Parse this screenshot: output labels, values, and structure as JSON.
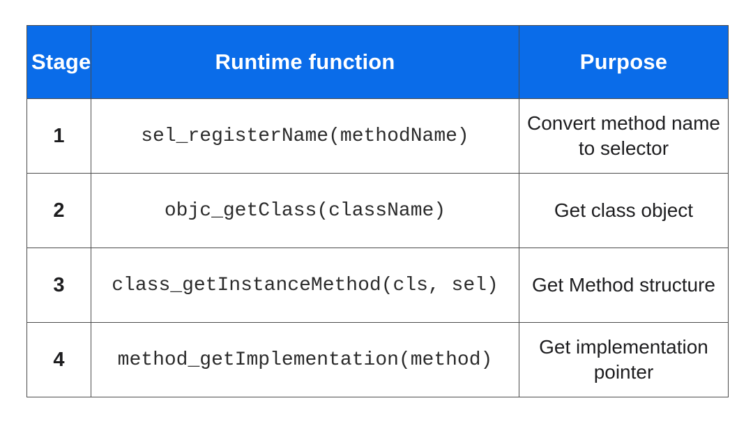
{
  "table": {
    "columns": [
      {
        "label": "Stage"
      },
      {
        "label": "Runtime function"
      },
      {
        "label": "Purpose"
      }
    ],
    "rows": [
      {
        "stage": "1",
        "function": "sel_registerName(methodName)",
        "purpose": "Convert method name to selector"
      },
      {
        "stage": "2",
        "function": "objc_getClass(className)",
        "purpose": "Get class object"
      },
      {
        "stage": "3",
        "function": "class_getInstanceMethod(cls, sel)",
        "purpose": "Get Method structure"
      },
      {
        "stage": "4",
        "function": "method_getImplementation(method)",
        "purpose": "Get implementation pointer"
      }
    ],
    "colors": {
      "header_bg": "#0a6ce9",
      "header_text": "#ffffff",
      "body_text": "#1d1d1f",
      "border": "#4a4a4a",
      "background": "#ffffff"
    }
  }
}
